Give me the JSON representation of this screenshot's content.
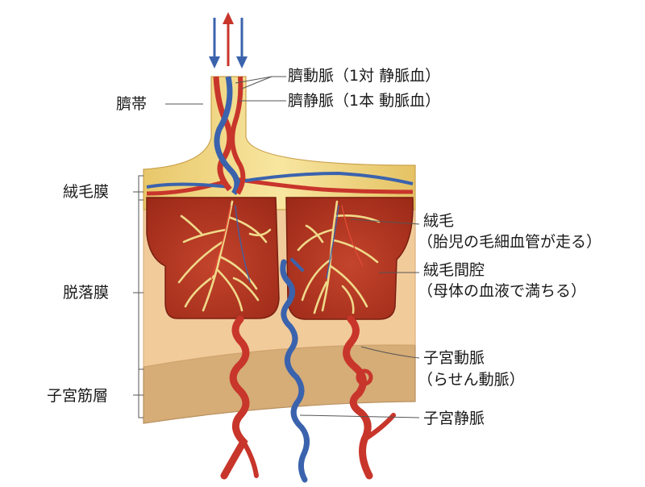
{
  "labels": {
    "umbilical_artery": "臍動脈（1対 静脈血）",
    "umbilical_cord": "臍帯",
    "umbilical_vein": "臍静脈（1本 動脈血）",
    "chorion": "絨毛膜",
    "villi_line1": "絨毛",
    "villi_line2": "（胎児の毛細血管が走る）",
    "intervillous_line1": "絨毛間腔",
    "intervillous_line2": "（母体の血液で満ちる）",
    "decidua": "脱落膜",
    "uterine_artery_line1": "子宮動脈",
    "uterine_artery_line2": "（らせん動脈）",
    "myometrium": "子宮筋層",
    "uterine_vein": "子宮静脈"
  },
  "colors": {
    "artery_red": "#c8352b",
    "vein_blue": "#3b63ad",
    "cord_yellow": "#f5dc86",
    "space_red": "#b83a24",
    "decidua_tan": "#f0c898",
    "myometrium_tan": "#d9b07a",
    "arrow_blue": "#3b63ad",
    "arrow_red": "#c8352b"
  }
}
